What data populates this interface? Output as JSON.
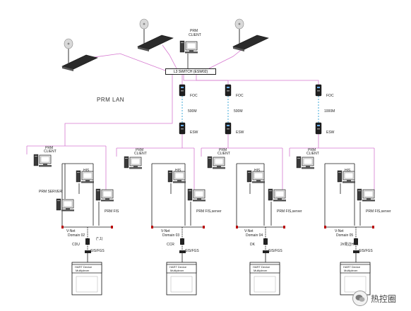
{
  "labels": {
    "prm_client_top": [
      "PRM",
      "CLIENT"
    ],
    "l3_switch": "L3 SWITCH (ESW02)",
    "prm_lan": "PRM  LAN",
    "foc": "FOC",
    "esw": "ESW",
    "speeds": [
      "500M",
      "500M",
      "1000M"
    ],
    "prm_client": [
      "PRM",
      "CLIENT"
    ],
    "his": "HIS",
    "prm_server": "PRM SERVER",
    "prm_fis": "PRM FIS",
    "prm_fis_server": "PRM FIS,server",
    "vnet": "V-Net",
    "domains": [
      "Domain 02",
      "Domain 03",
      "Domain 04",
      "Domain 05"
    ],
    "unit_names": [
      "CDU",
      "CCR",
      "DK",
      "2#周边HCL"
    ],
    "unit_suffix": "(*,1)",
    "sis_fgs": "SIS/FGS",
    "hart_device": [
      "HART Device",
      "Multiplexer"
    ]
  },
  "watermark": {
    "icon": "wechat-icon",
    "text": "热控圈"
  },
  "colors": {
    "lan": "#d679d0",
    "line": "#1a1a1a",
    "fiber": "#3fa8d8"
  }
}
